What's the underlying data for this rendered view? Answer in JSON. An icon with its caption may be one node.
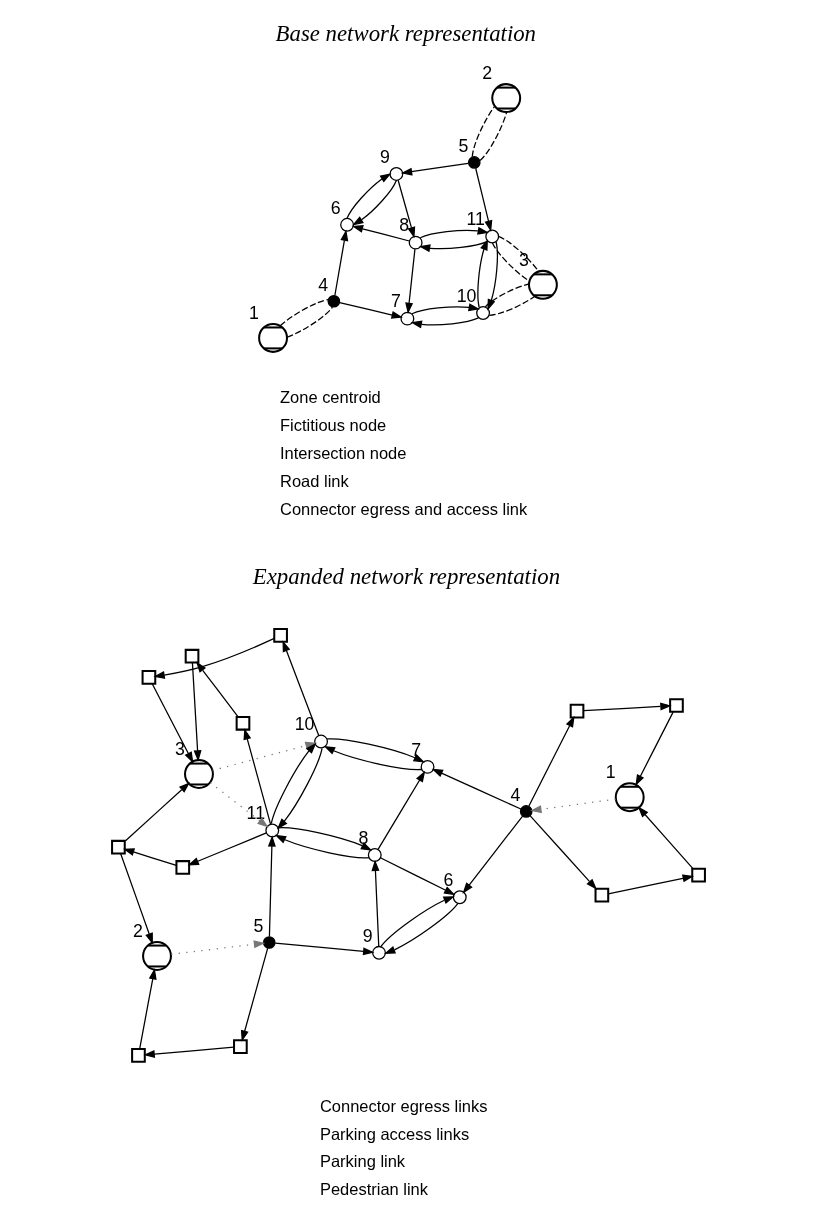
{
  "diagram": {
    "nodes": [
      {
        "text": [],
        "shape": "circle",
        "beside": [
          "1"
        ]
      },
      {
        "text": [],
        "shape": "circle",
        "beside": [
          "2"
        ]
      },
      {
        "text": [],
        "shape": "circle",
        "beside": [
          "3"
        ]
      },
      {
        "text": [],
        "shape": "circle",
        "beside": [
          "4"
        ]
      },
      {
        "text": [],
        "shape": "circle",
        "beside": [
          "5"
        ]
      },
      {
        "text": [],
        "shape": "circle",
        "beside": [
          "6"
        ]
      },
      {
        "text": [],
        "shape": "circle",
        "beside": [
          "7"
        ]
      },
      {
        "text": [],
        "shape": "circle",
        "beside": [
          "8"
        ]
      },
      {
        "text": [],
        "shape": "circle",
        "beside": [
          "9"
        ]
      },
      {
        "text": [],
        "shape": "circle",
        "beside": [
          "10"
        ]
      },
      {
        "text": [],
        "shape": "circle",
        "beside": [
          "11"
        ]
      },
      {
        "text": [],
        "shape": "circle",
        "beside": [
          "1"
        ]
      },
      {
        "text": [],
        "shape": "circle",
        "beside": [
          "2"
        ]
      },
      {
        "text": [],
        "shape": "circle",
        "beside": [
          "3"
        ]
      },
      {
        "text": [],
        "shape": "circle",
        "beside": [
          "4"
        ]
      },
      {
        "text": [],
        "shape": "circle",
        "beside": [
          "5"
        ]
      },
      {
        "text": [],
        "shape": "circle",
        "beside": [
          "6"
        ]
      },
      {
        "text": [],
        "shape": "circle",
        "beside": [
          "7"
        ]
      },
      {
        "text": [],
        "shape": "circle",
        "beside": [
          "8"
        ]
      },
      {
        "text": [],
        "shape": "circle",
        "beside": [
          "9"
        ]
      },
      {
        "text": [],
        "shape": "circle",
        "beside": [
          "10"
        ]
      },
      {
        "text": [],
        "shape": "circle",
        "beside": [
          "11"
        ]
      },
      {
        "text": [],
        "shape": "box"
      },
      {
        "text": [],
        "shape": "box"
      },
      {
        "text": [],
        "shape": "box"
      },
      {
        "text": [],
        "shape": "box"
      },
      {
        "text": [],
        "shape": "box"
      },
      {
        "text": [],
        "shape": "box"
      },
      {
        "text": [],
        "shape": "box"
      },
      {
        "text": [],
        "shape": "box"
      },
      {
        "text": [],
        "shape": "box"
      },
      {
        "text": [],
        "shape": "box"
      },
      {
        "text": [],
        "shape": "box"
      },
      {
        "text": [],
        "shape": "box"
      }
    ],
    "edges": [
      {
        "from": 3,
        "to": 5,
        "arrow": "to"
      },
      {
        "from": 3,
        "to": 6,
        "arrow": "to"
      },
      {
        "from": 9,
        "to": 6,
        "arrow": "to"
      },
      {
        "from": 6,
        "to": 9,
        "arrow": "to"
      },
      {
        "from": 7,
        "to": 6,
        "arrow": "to"
      },
      {
        "from": 7,
        "to": 5,
        "arrow": "to"
      },
      {
        "from": 5,
        "to": 8,
        "arrow": "to"
      },
      {
        "from": 8,
        "to": 5,
        "arrow": "to"
      },
      {
        "from": 8,
        "to": 7,
        "arrow": "to"
      },
      {
        "from": 10,
        "to": 7,
        "arrow": "to"
      },
      {
        "from": 7,
        "to": 10,
        "arrow": "to"
      },
      {
        "from": 9,
        "to": 10,
        "arrow": "to"
      },
      {
        "from": 10,
        "to": 9,
        "arrow": "to"
      },
      {
        "from": 4,
        "to": 8,
        "arrow": "to"
      },
      {
        "from": 4,
        "to": 10,
        "arrow": "to"
      },
      {
        "from": 0,
        "to": 3,
        "arrow": "none",
        "style": "dashed"
      },
      {
        "from": 0,
        "to": 3,
        "arrow": "none",
        "style": "dashed"
      },
      {
        "from": 9,
        "to": 2,
        "arrow": "none",
        "style": "dashed"
      },
      {
        "from": 9,
        "to": 2,
        "arrow": "none",
        "style": "dashed"
      },
      {
        "from": 10,
        "to": 2,
        "arrow": "none",
        "style": "dashed"
      },
      {
        "from": 10,
        "to": 2,
        "arrow": "none",
        "style": "dashed"
      },
      {
        "from": 4,
        "to": 1,
        "arrow": "none",
        "style": "dashed"
      },
      {
        "from": 4,
        "to": 1,
        "arrow": "none",
        "style": "dashed"
      },
      {
        "from": 14,
        "to": 16,
        "arrow": "to"
      },
      {
        "from": 14,
        "to": 17,
        "arrow": "to"
      },
      {
        "from": 20,
        "to": 17,
        "arrow": "to"
      },
      {
        "from": 17,
        "to": 20,
        "arrow": "to"
      },
      {
        "from": 18,
        "to": 17,
        "arrow": "to"
      },
      {
        "from": 18,
        "to": 16,
        "arrow": "to"
      },
      {
        "from": 16,
        "to": 19,
        "arrow": "to"
      },
      {
        "from": 19,
        "to": 16,
        "arrow": "to"
      },
      {
        "from": 19,
        "to": 18,
        "arrow": "to"
      },
      {
        "from": 21,
        "to": 18,
        "arrow": "to"
      },
      {
        "from": 18,
        "to": 21,
        "arrow": "to"
      },
      {
        "from": 20,
        "to": 21,
        "arrow": "to"
      },
      {
        "from": 21,
        "to": 20,
        "arrow": "to"
      },
      {
        "from": 15,
        "to": 19,
        "arrow": "to"
      },
      {
        "from": 15,
        "to": 21,
        "arrow": "to"
      },
      {
        "from": 14,
        "to": 22,
        "arrow": "to"
      },
      {
        "from": 22,
        "to": 23,
        "arrow": "to"
      },
      {
        "from": 23,
        "to": 11,
        "arrow": "to"
      },
      {
        "from": 14,
        "to": 24,
        "arrow": "to"
      },
      {
        "from": 24,
        "to": 25,
        "arrow": "to"
      },
      {
        "from": 25,
        "to": 11,
        "arrow": "to"
      },
      {
        "from": 11,
        "to": 14,
        "arrow": "to",
        "style": "dashed",
        "color": "#777777"
      },
      {
        "from": 20,
        "to": 26,
        "arrow": "to"
      },
      {
        "from": 26,
        "to": 27,
        "arrow": "to"
      },
      {
        "from": 27,
        "to": 13,
        "arrow": "to"
      },
      {
        "from": 13,
        "to": 20,
        "arrow": "to",
        "style": "dashed",
        "color": "#777777"
      },
      {
        "from": 21,
        "to": 28,
        "arrow": "to"
      },
      {
        "from": 28,
        "to": 29,
        "arrow": "to"
      },
      {
        "from": 29,
        "to": 13,
        "arrow": "to"
      },
      {
        "from": 13,
        "to": 21,
        "arrow": "to",
        "style": "dashed",
        "color": "#777777"
      },
      {
        "from": 21,
        "to": 30,
        "arrow": "to"
      },
      {
        "from": 30,
        "to": 31,
        "arrow": "to"
      },
      {
        "from": 31,
        "to": 13,
        "arrow": "to"
      },
      {
        "from": 31,
        "to": 12,
        "arrow": "to"
      },
      {
        "from": 15,
        "to": 32,
        "arrow": "to"
      },
      {
        "from": 32,
        "to": 33,
        "arrow": "to"
      },
      {
        "from": 33,
        "to": 12,
        "arrow": "to"
      },
      {
        "from": 12,
        "to": 15,
        "arrow": "to",
        "style": "dashed",
        "color": "#777777"
      }
    ],
    "labels": [
      "Base network representation",
      "Expanded network representation"
    ],
    "legend": [
      {
        "text": "Zone centroid"
      },
      {
        "text": "Fictitious node"
      },
      {
        "text": "Intersection node"
      },
      {
        "text": "Road link"
      },
      {
        "text": "Connector egress and access link"
      },
      {
        "text": "Connector egress links"
      },
      {
        "text": "Parking access links"
      },
      {
        "text": "Parking link"
      },
      {
        "text": "Pedestrian link"
      }
    ]
  }
}
